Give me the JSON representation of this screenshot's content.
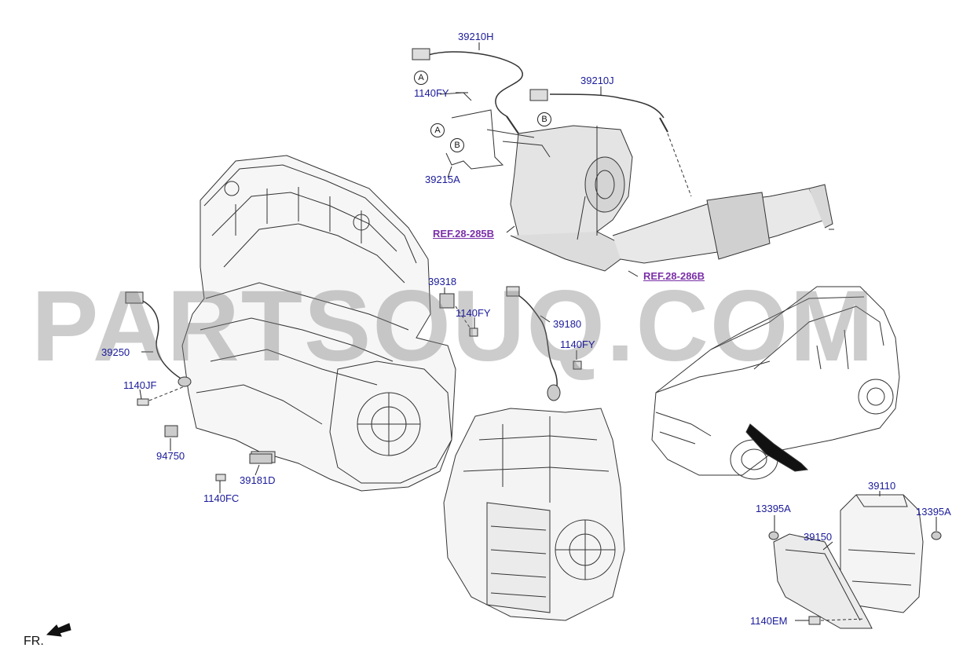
{
  "watermark": "PARTSOUQ.COM",
  "orientation": {
    "label": "FR."
  },
  "references": [
    {
      "id": "ref_28_285b",
      "text": "REF.28-285B"
    },
    {
      "id": "ref_28_286b",
      "text": "REF.28-286B"
    }
  ],
  "callouts": {
    "p39210H": "39210H",
    "p39210J": "39210J",
    "p1140FY_top": "1140FY",
    "p39215A": "39215A",
    "p39318": "39318",
    "p1140FY_mid": "1140FY",
    "p39180": "39180",
    "p1140FY_low": "1140FY",
    "p39250": "39250",
    "p1140JF": "1140JF",
    "p94750": "94750",
    "p39181D": "39181D",
    "p1140FC": "1140FC",
    "p39110": "39110",
    "p13395A_left": "13395A",
    "p13395A_right": "13395A",
    "p39150": "39150",
    "p1140EM": "1140EM"
  },
  "connectors": {
    "a_top": "A",
    "b_top": "B",
    "a_low": "A",
    "b_low": "B"
  },
  "colors": {
    "part_label": "#1a1a9a",
    "reference_link": "#7a2fa8",
    "line_art": "#333333",
    "watermark": "#9a9a9a"
  }
}
